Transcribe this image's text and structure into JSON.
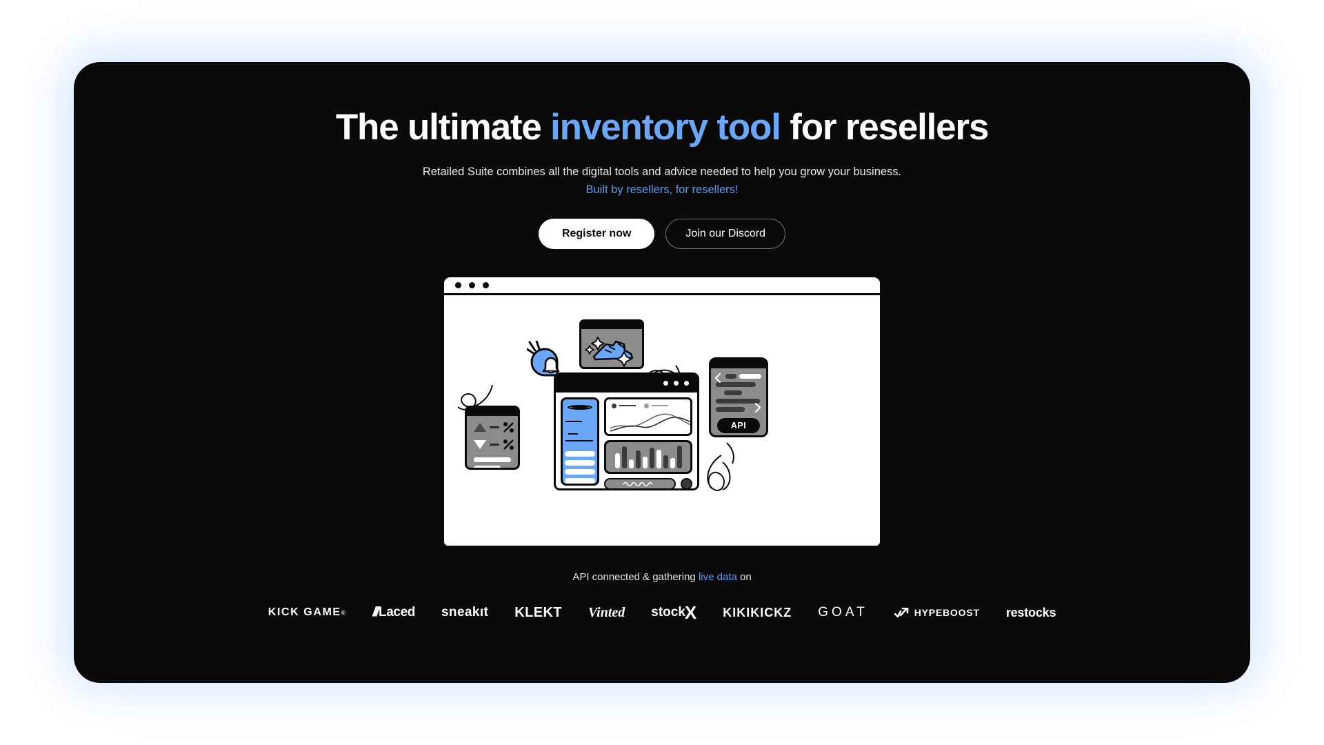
{
  "hero": {
    "headline_part1": "The ultimate ",
    "headline_accent": "inventory tool",
    "headline_part2": " for resellers",
    "subtitle": "Retailed Suite combines all the digital tools and advice needed to help you grow your business.",
    "subtitle_highlight": "Built by resellers, for resellers!",
    "accent_color": "#6aa8f7",
    "background_color": "#0a0a0a",
    "glow_color": "#cfe3ff"
  },
  "cta": {
    "primary_label": "Register now",
    "secondary_label": "Join our Discord"
  },
  "illustration": {
    "window_dots": [
      "dot",
      "dot",
      "dot"
    ],
    "inner_window_dots": [
      "dot",
      "dot",
      "dot"
    ],
    "api_label": "API",
    "bell_icon": "bell-icon",
    "sneaker_icon": "sneaker-icon",
    "avatar_icon": "user-avatar-icon",
    "chevron_left_icon": "chevron-left-icon",
    "chevron_right_icon": "chevron-right-icon",
    "trend_up_icon": "triangle-up-icon",
    "trend_down_icon": "triangle-down-icon",
    "percent_icon": "percent-icon",
    "bar_heights": [
      22,
      32,
      13,
      26,
      17,
      30,
      27,
      19,
      15,
      33
    ],
    "bar_colors": [
      "#ffffff",
      "#3b3b3b",
      "#ffffff",
      "#3b3b3b",
      "#ffffff",
      "#3b3b3b",
      "#ffffff",
      "#3b3b3b",
      "#ffffff",
      "#3b3b3b"
    ]
  },
  "api_status": {
    "prefix": "API connected & gathering ",
    "highlight": "live data",
    "suffix": " on"
  },
  "logos": [
    {
      "name": "kick-game",
      "text": "KICK GAME",
      "mark": "®"
    },
    {
      "name": "laced",
      "text": "Laced",
      "mark": "///"
    },
    {
      "name": "sneakit",
      "text": "sneakıt"
    },
    {
      "name": "klekt",
      "text": "KLEKT"
    },
    {
      "name": "vinted",
      "text": "Vinted"
    },
    {
      "name": "stockx",
      "text": "stock",
      "mark": "X"
    },
    {
      "name": "kikikickz",
      "text": "KIKIKICKZ"
    },
    {
      "name": "goat",
      "text": "GOAT"
    },
    {
      "name": "hypeboost",
      "text": "HYPEBOOST"
    },
    {
      "name": "restocks",
      "text": "restocks"
    }
  ]
}
